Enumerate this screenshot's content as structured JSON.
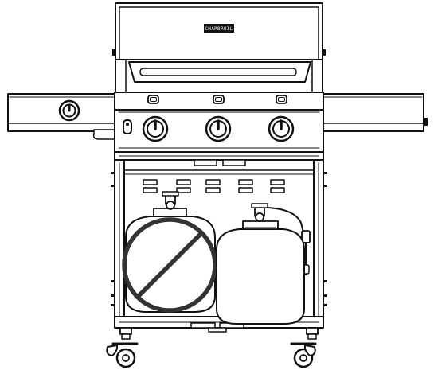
{
  "hood": {
    "badge_text": "CHARBROIL"
  },
  "colors": {
    "line": "#111111",
    "fill": "#ffffff",
    "badge": "#111111"
  },
  "control_panel": {
    "burner_knobs": 3,
    "side_burner_knobs": 1
  },
  "cabinet": {
    "tanks": 2,
    "crossed_out_tank": "left",
    "allowed_tank": "right"
  },
  "icons": [
    "no-symbol-icon",
    "igniter-button-icon",
    "knob-icon",
    "caster-wheel-icon"
  ]
}
